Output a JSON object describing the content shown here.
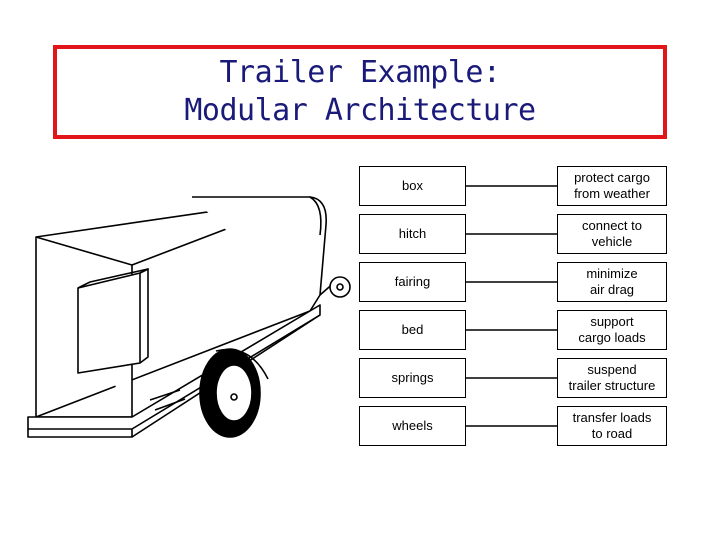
{
  "title": {
    "line1": "Trailer Example:",
    "line2": "Modular Architecture"
  },
  "components": [
    "box",
    "hitch",
    "fairing",
    "bed",
    "springs",
    "wheels"
  ],
  "functions": [
    [
      "protect cargo",
      "from weather"
    ],
    [
      "connect to",
      "vehicle"
    ],
    [
      "minimize",
      "air drag"
    ],
    [
      "support",
      "cargo loads"
    ],
    [
      "suspend",
      "trailer structure"
    ],
    [
      "transfer loads",
      "to road"
    ]
  ],
  "colors": {
    "title_border": "#e0161b",
    "title_text": "#1a1a7a"
  }
}
